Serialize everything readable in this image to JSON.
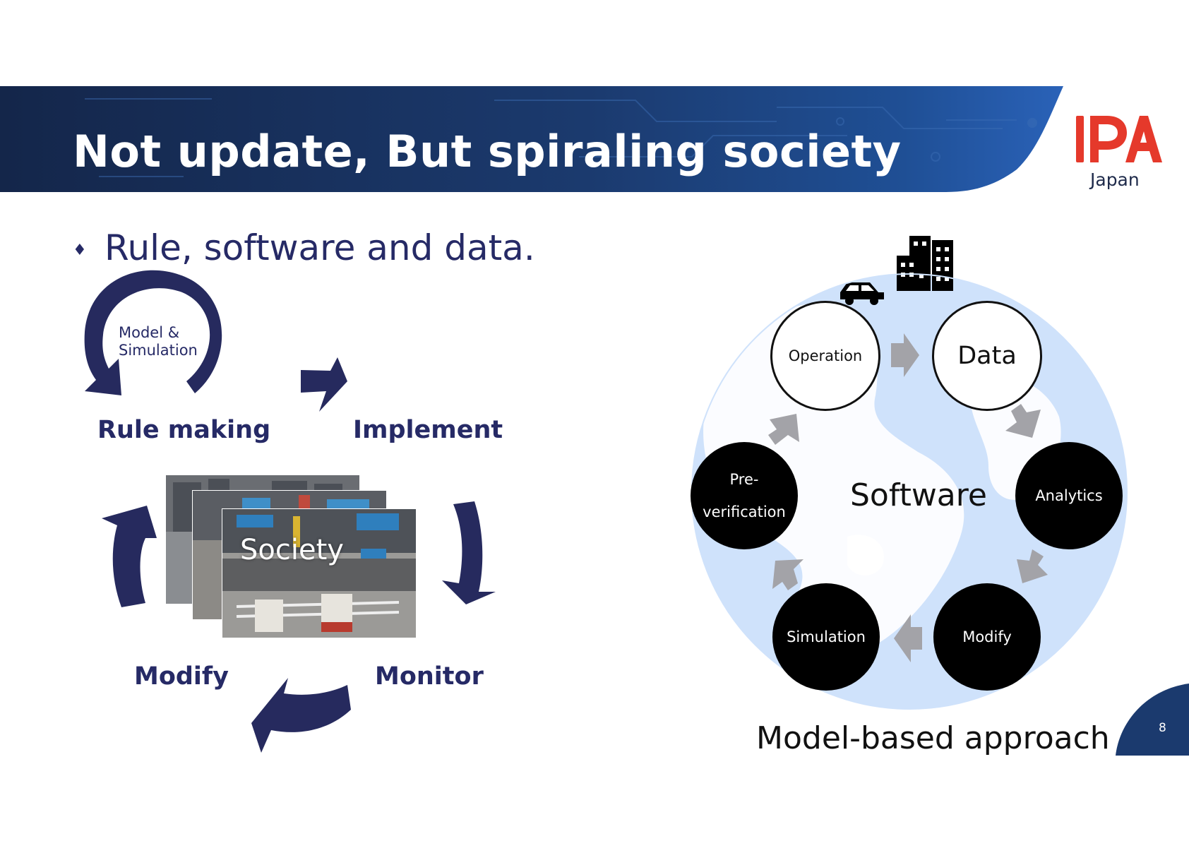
{
  "header": {
    "title": "Not update, But spiraling society",
    "band_color": "#1b3a6e",
    "accent_color": "#2a62b8"
  },
  "logo": {
    "mark": "IPA",
    "subtitle": "Japan",
    "mark_color": "#e5392b"
  },
  "bullet": {
    "marker": "♦",
    "text": "Rule, software and data."
  },
  "left_cycle": {
    "inner_label_line1": "Model &",
    "inner_label_line2": "Simulation",
    "stages": [
      "Rule making",
      "Implement",
      "Monitor",
      "Modify"
    ],
    "center_label": "Society",
    "arrow_color": "#262a5e"
  },
  "right_cycle": {
    "center_label": "Software",
    "nodes": {
      "operation": "Operation",
      "data": "Data",
      "analytics": "Analytics",
      "modify": "Modify",
      "simulation": "Simulation",
      "preverification_line1": "Pre-",
      "preverification_line2": "verification"
    },
    "caption": "Model-based approach",
    "globe_color": "#cfe2fb",
    "arrow_color": "#a3a3a8"
  },
  "footer": {
    "page_number": "8"
  }
}
